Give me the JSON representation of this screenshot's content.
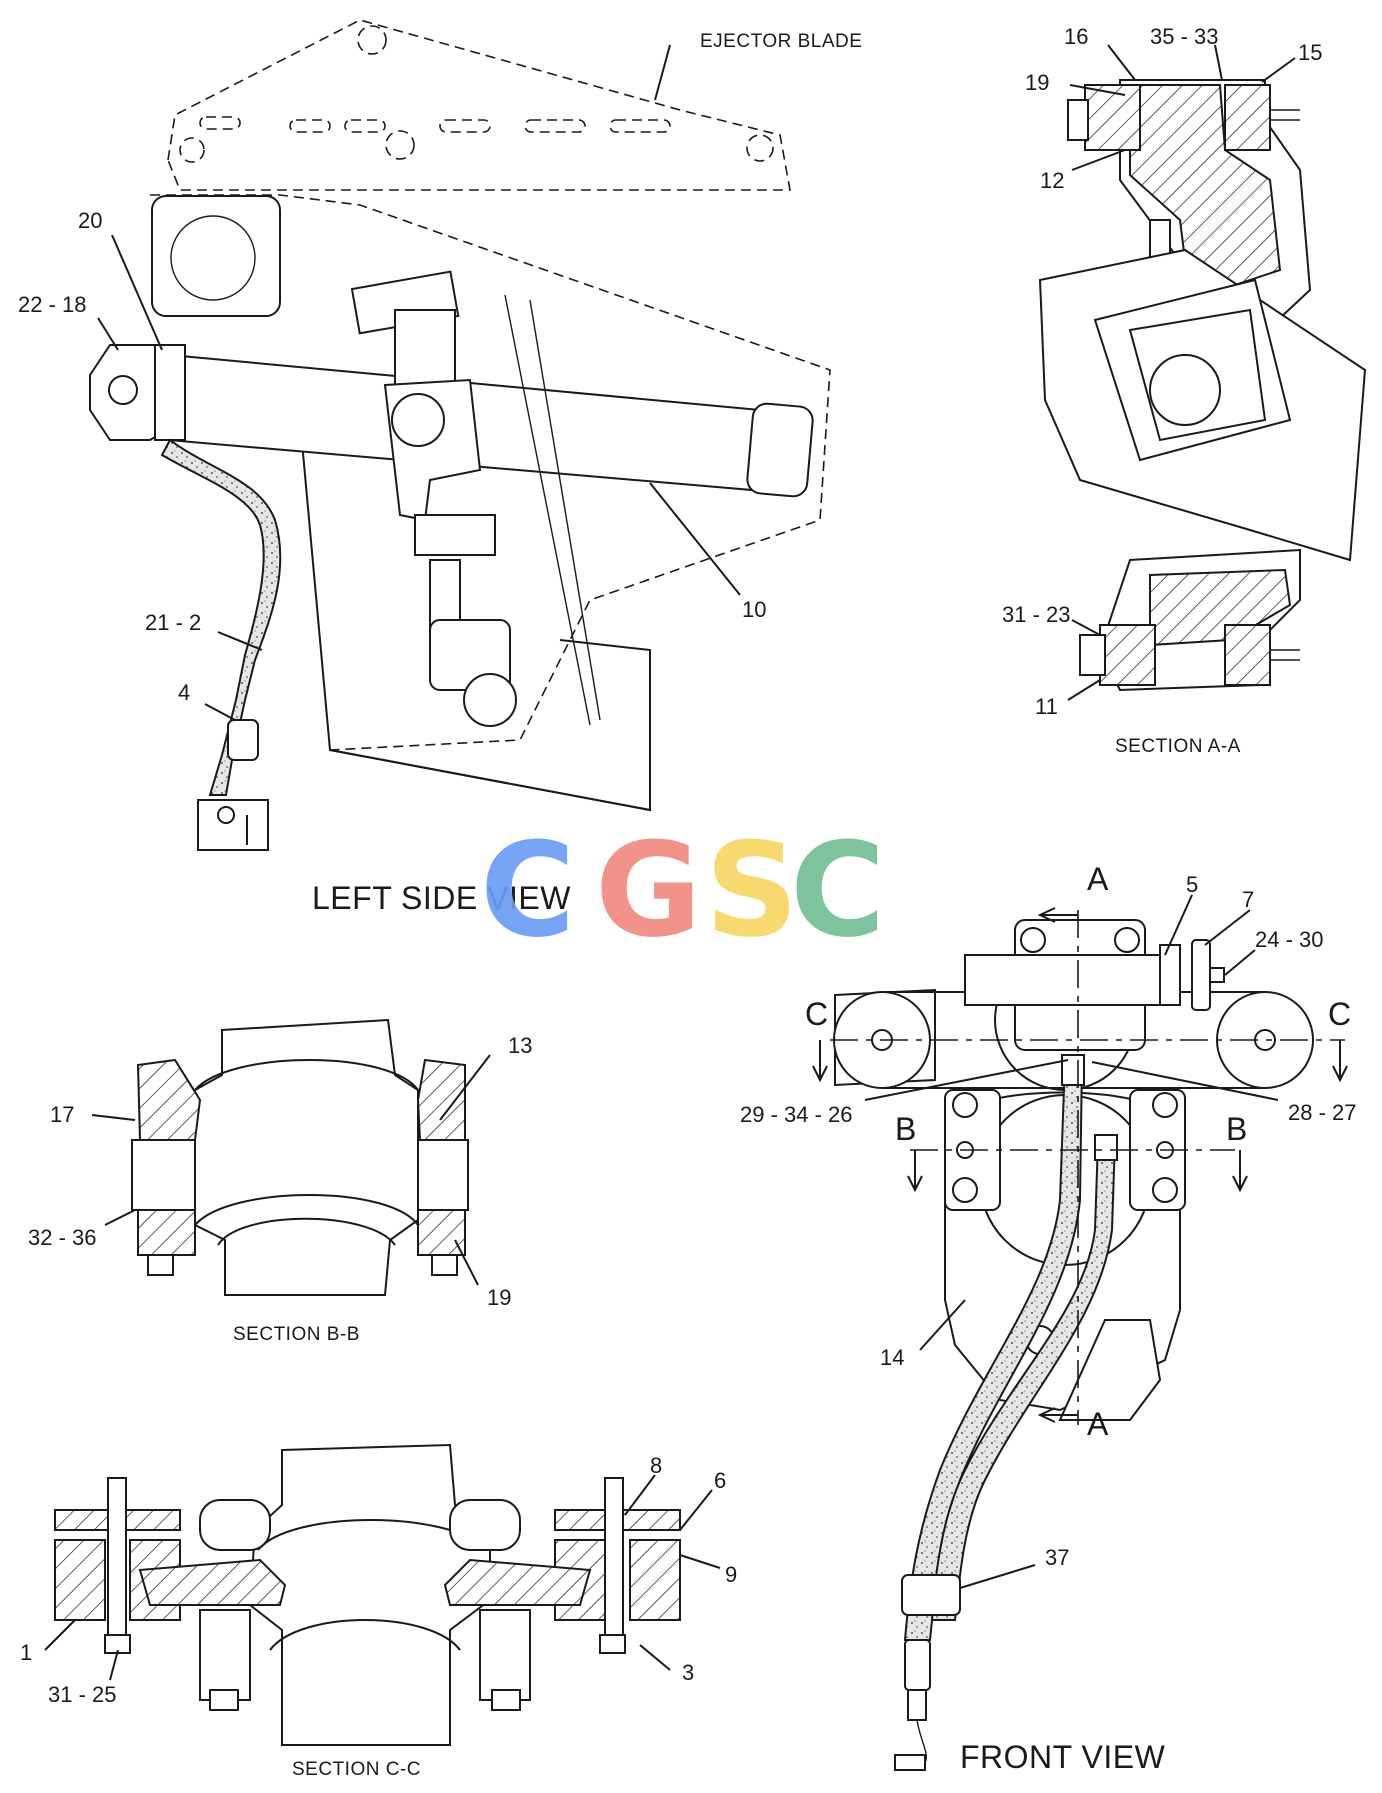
{
  "diagram": {
    "views": {
      "left_side": "LEFT SIDE VIEW",
      "front": "FRONT VIEW",
      "section_aa": "SECTION A-A",
      "section_bb": "SECTION B-B",
      "section_cc": "SECTION C-C"
    },
    "callouts": {
      "ejector_blade": "EJECTOR BLADE",
      "c20": "20",
      "c22_18": "22 - 18",
      "c21_2": "21 - 2",
      "c4": "4",
      "c10": "10",
      "c16": "16",
      "c35_33": "35 - 33",
      "c15": "15",
      "c19a": "19",
      "c12": "12",
      "c31_23": "31 - 23",
      "c11": "11",
      "c13": "13",
      "c17": "17",
      "c32_36": "32 - 36",
      "c19b": "19",
      "c8": "8",
      "c6": "6",
      "c9": "9",
      "c1": "1",
      "c31_25": "31 - 25",
      "c3": "3",
      "c5": "5",
      "c7": "7",
      "c24_30": "24 - 30",
      "c29_34_26": "29 - 34 - 26",
      "c28_27": "28 - 27",
      "c14": "14",
      "c37": "37"
    },
    "section_marks": {
      "a_top": "A",
      "a_bottom": "A",
      "b_left": "B",
      "b_right": "B",
      "c_left": "C",
      "c_right": "C"
    },
    "watermark": {
      "letters": [
        "C",
        "G",
        "S",
        "C"
      ],
      "colors": [
        "#6b9cf2",
        "#f08a80",
        "#f7d663",
        "#72bf94"
      ]
    }
  }
}
